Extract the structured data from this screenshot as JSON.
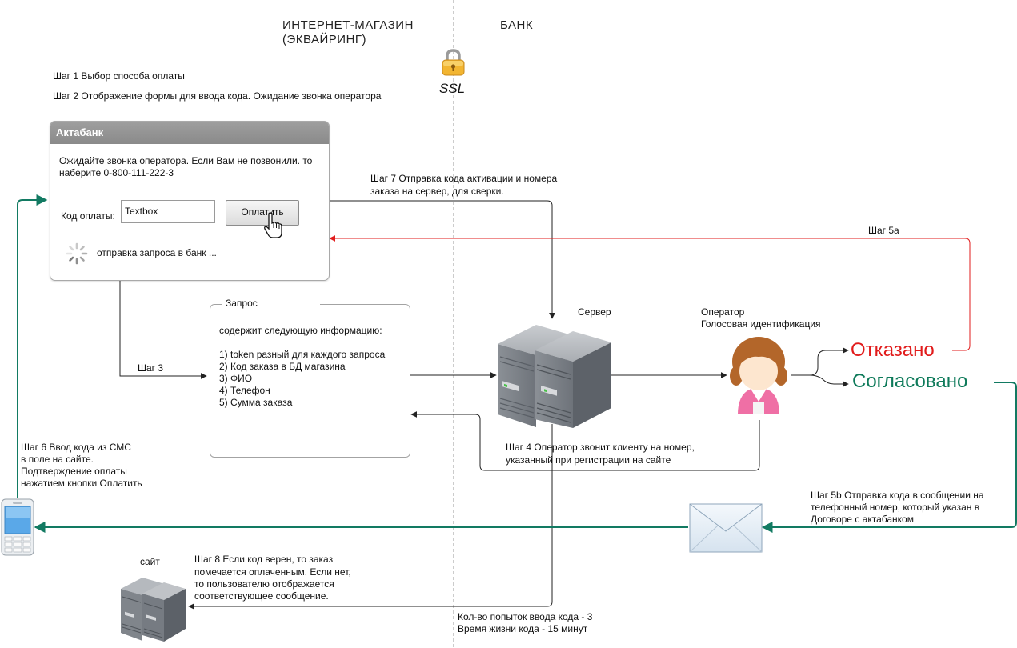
{
  "columns": {
    "shop": "ИНТЕРНЕТ-МАГАЗИН\n(ЭКВАЙРИНГ)",
    "shop_line1": "ИНТЕРНЕТ-МАГАЗИН",
    "shop_line2": "(ЭКВАЙРИНГ)",
    "bank": "БАНК"
  },
  "ssl_label": "SSL",
  "steps": {
    "step1": "Шаг 1 Выбор способа оплаты",
    "step2": "Шаг 2 Отображение формы для ввода кода. Ожидание звонка оператора",
    "step3": "Шаг 3",
    "step4_line1": "Шаг 4 Оператор звонит клиенту на номер,",
    "step4_line2": "указанный при регистрации на сайте",
    "step5a": "Шаг 5a",
    "step5b_line1": "Шаг 5b Отправка кода в сообщении на",
    "step5b_line2": "телефонный номер, который указан в",
    "step5b_line3": "Договоре с актабанком",
    "step6_line1": "Шаг 6 Ввод кода из СМС",
    "step6_line2": "в поле на сайте.",
    "step6_line3": "Подтверждение оплаты",
    "step6_line4": "нажатием кнопки Оплатить",
    "step7_line1": "Шаг 7 Отправка кода активации и номера",
    "step7_line2": "заказа на сервер, для сверки.",
    "step8_line1": "Шаг 8 Если код верен, то заказ",
    "step8_line2": "помечается оплаченным. Если нет,",
    "step8_line3": "то пользователю отображается",
    "step8_line4": "соответствующее сообщение."
  },
  "bank_window": {
    "title": "Актабанк",
    "message": "Ожидайте звонка оператора. Если Вам не позвонили. то наберите 0-800-111-222-3",
    "code_label": "Код оплаты:",
    "textbox_value": "Textbox",
    "pay_button": "Оплатить",
    "status": "отправка запроса в банк ..."
  },
  "request": {
    "title": "Запрос",
    "intro": "содержит следующую информацию:",
    "items": [
      "1) token разный для каждого запроса",
      "2) Код заказа в БД магазина",
      "3) ФИО",
      "4) Телефон",
      "5) Сумма заказа"
    ]
  },
  "nodes": {
    "server": "Сервер",
    "operator_line1": "Оператор",
    "operator_line2": "Голосовая идентификация",
    "site": "сайт"
  },
  "outcomes": {
    "rejected": "Отказано",
    "approved": "Согласовано"
  },
  "limits": {
    "attempts": "Кол-во попыток ввода кода  - 3",
    "lifetime": "Время жизни кода - 15  минут"
  },
  "colors": {
    "reject": "#e11b1b",
    "approve": "#0e7a5a",
    "connector": "#2b2b2b",
    "teal_arrow": "#127a62"
  }
}
